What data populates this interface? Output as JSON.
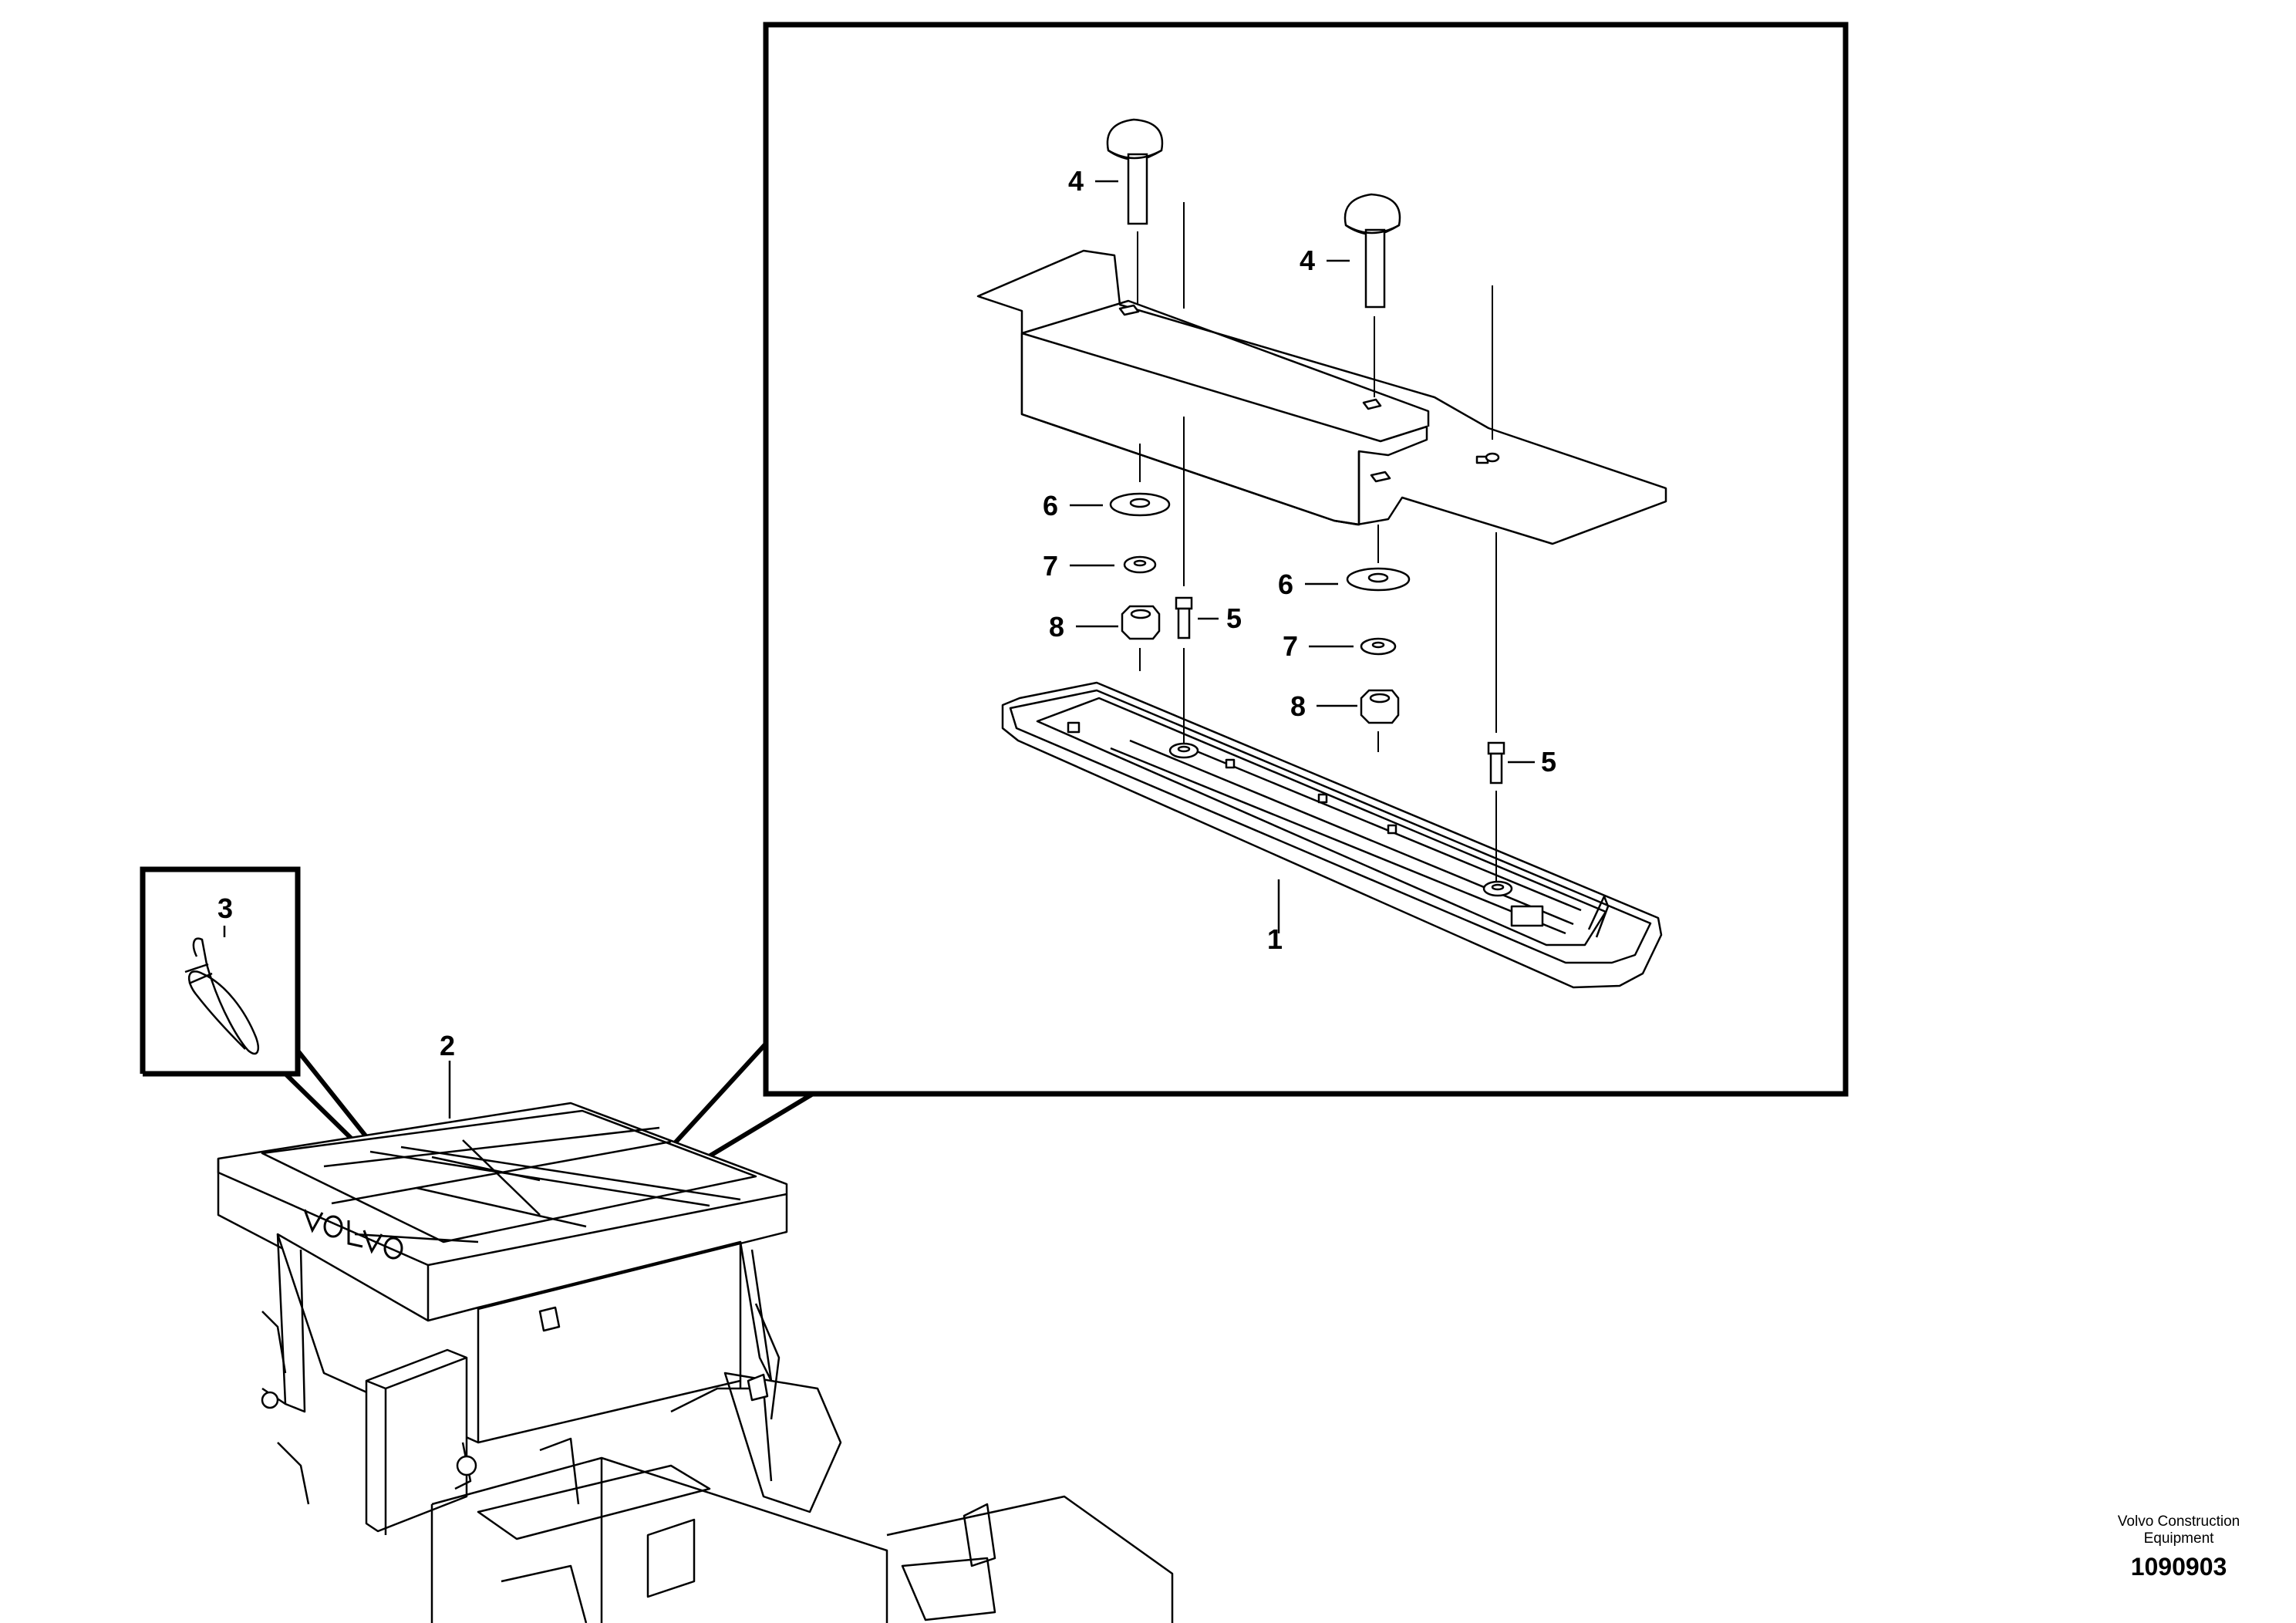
{
  "footer": {
    "brand_line1": "Volvo Construction",
    "brand_line2": "Equipment",
    "doc_id": "1090903"
  },
  "callouts": {
    "c1": "1",
    "c2": "2",
    "c3": "3",
    "c4a": "4",
    "c4b": "4",
    "c5a": "5",
    "c5b": "5",
    "c6a": "6",
    "c6b": "6",
    "c7a": "7",
    "c7b": "7",
    "c8a": "8",
    "c8b": "8"
  },
  "colors": {
    "line": "#000000",
    "background": "#ffffff"
  }
}
